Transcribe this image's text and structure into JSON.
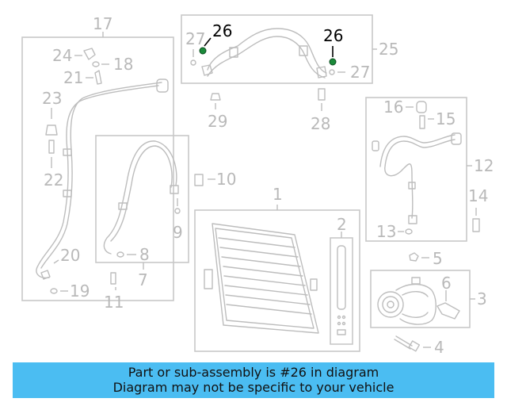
{
  "labels": {
    "l1": "1",
    "l2": "2",
    "l3": "3",
    "l4": "4",
    "l5": "5",
    "l6": "6",
    "l7": "7",
    "l8": "8",
    "l9": "9",
    "l10": "10",
    "l11": "11",
    "l12": "12",
    "l13": "13",
    "l14": "14",
    "l15": "15",
    "l16": "16",
    "l17": "17",
    "l18": "18",
    "l19": "19",
    "l20": "20",
    "l21": "21",
    "l22": "22",
    "l23": "23",
    "l24": "24",
    "l25": "25",
    "l26a": "26",
    "l26b": "26",
    "l27a": "27",
    "l27b": "27",
    "l28": "28",
    "l29": "29"
  },
  "highlight_part": "26",
  "banner": {
    "line1": "Part or sub-assembly is #26 in diagram",
    "line2": "Diagram may not be specific to your vehicle"
  },
  "colors": {
    "banner_bg": "#4bbdf2",
    "highlight": "#1a8a3a",
    "muted": "#b9b9b9"
  }
}
